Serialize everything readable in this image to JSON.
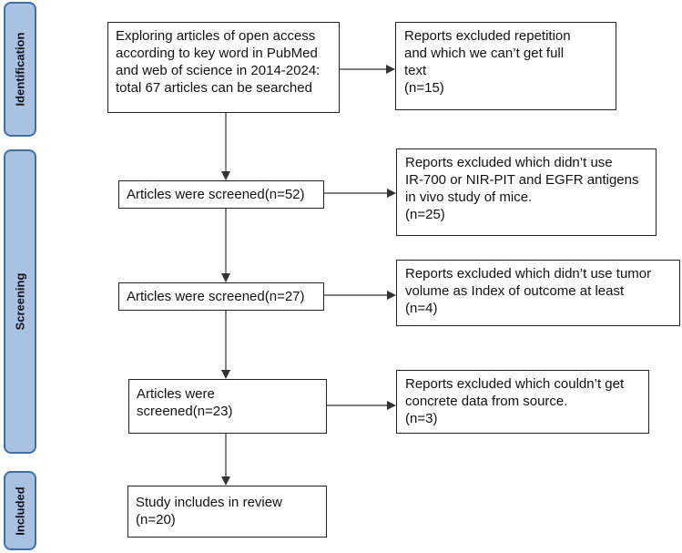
{
  "phases": {
    "identification": "Identification",
    "screening": "Screening",
    "included": "Included"
  },
  "main": {
    "identify": "Exploring articles of open access\naccording to key word in PubMed\nand web of science in 2014-2024:\ntotal 67 articles can be searched",
    "screen1": "Articles were screened(n=52)",
    "screen2": "Articles were screened(n=27)",
    "screen3": "Articles were\nscreened(n=23)",
    "included": "Study includes in review\n(n=20)"
  },
  "excluded": {
    "ex1": "Reports excluded repetition\nand which we can’t get full\ntext\n(n=15)",
    "ex2": "Reports excluded which didn’t use\nIR-700 or NIR-PIT and EGFR antigens\nin vivo study of mice.\n(n=25)",
    "ex3": "Reports excluded which didn’t use tumor\nvolume as Index of outcome at least\n(n=4)",
    "ex4": "Reports excluded which couldn’t get\nconcrete data from source.\n(n=3)"
  },
  "colors": {
    "phase_fill": "#a9c2e3",
    "phase_border": "#3f6ea8",
    "line": "#333333"
  }
}
